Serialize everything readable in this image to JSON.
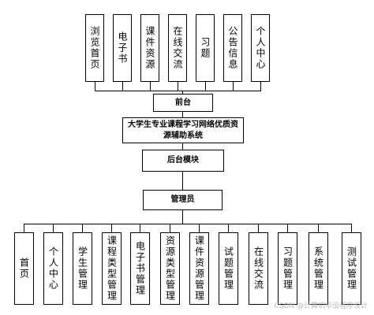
{
  "front_modules": [
    "浏览首页",
    "电子书",
    "课件资源",
    "在线交流",
    "习题",
    "公告信息",
    "个人中心"
  ],
  "front_label": "前台",
  "system_name": "大学生专业课程学习网络优质资源辅助系统",
  "backend_label": "后台模块",
  "admin_label": "管理员",
  "admin_modules": [
    "首页",
    "个人中心",
    "学生管理",
    "课程类型管理",
    "电子书管理",
    "资源类型管理",
    "课件资源管理",
    "试题管理",
    "在线交流",
    "习题管理",
    "系统管理",
    "测试管理"
  ],
  "watermark": "CSDN @计算机毕设程序设计"
}
